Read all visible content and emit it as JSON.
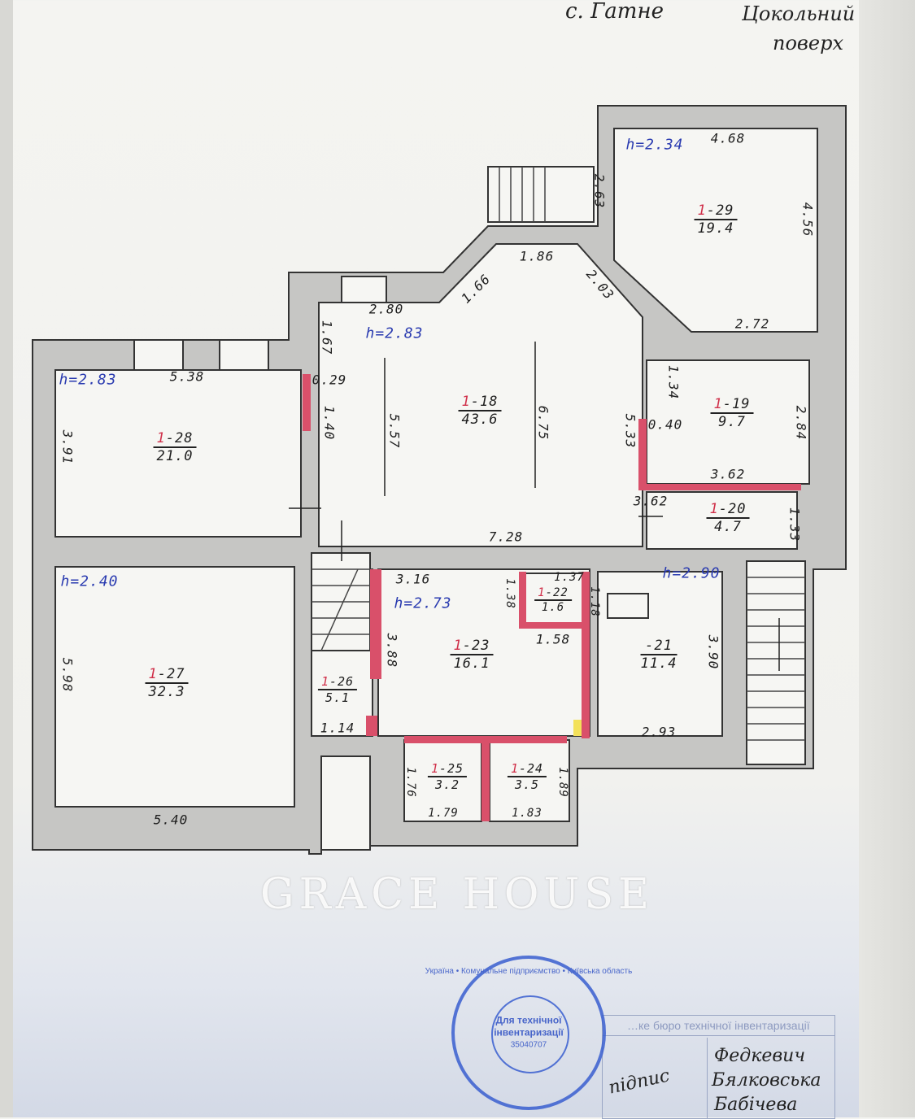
{
  "header": {
    "village": "с. Гатне",
    "floor_line1": "Цокольний",
    "floor_line2": "поверх"
  },
  "watermark": "GRACE HOUSE",
  "rooms": {
    "r29": {
      "num": "1",
      "id": "-29",
      "area": "19.4"
    },
    "r18": {
      "num": "1",
      "id": "-18",
      "area": "43.6"
    },
    "r28": {
      "num": "1",
      "id": "-28",
      "area": "21.0"
    },
    "r19": {
      "num": "1",
      "id": "-19",
      "area": "9.7"
    },
    "r20": {
      "num": "1",
      "id": "-20",
      "area": "4.7"
    },
    "r22": {
      "num": "1",
      "id": "-22",
      "area": "1.6"
    },
    "r23": {
      "num": "1",
      "id": "-23",
      "area": "16.1"
    },
    "r21": {
      "num": "",
      "id": "-21",
      "area": "11.4"
    },
    "r27": {
      "num": "1",
      "id": "-27",
      "area": "32.3"
    },
    "r26": {
      "num": "1",
      "id": "-26",
      "area": "5.1"
    },
    "r25": {
      "num": "1",
      "id": "-25",
      "area": "3.2"
    },
    "r24": {
      "num": "1",
      "id": "-24",
      "area": "3.5"
    }
  },
  "heights": {
    "h29": "h=2.34",
    "h18": "h=2.83",
    "h28": "h=2.83",
    "h27": "h=2.40",
    "h23": "h=2.73",
    "h21": "h=2.90"
  },
  "dims": {
    "d1": "5.38",
    "d2": "3.91",
    "d3": "5.40",
    "d4": "5.98",
    "d5": "2.80",
    "d6": "1.66",
    "d7": "1.86",
    "d8": "2.03",
    "d9": "1.67",
    "d10": "0.29",
    "d11": "1.40",
    "d12": "5.57",
    "d13": "6.75",
    "d14": "5.33",
    "d15": "7.28",
    "d16": "3.16",
    "d17": "1.37",
    "d18": "1.38",
    "d19": "1.18",
    "d20": "1.58",
    "d21": "3.88",
    "d22": "1.14",
    "d23": "1.76",
    "d24": "1.79",
    "d25": "1.83",
    "d26": "1.89",
    "d27": "2.93",
    "d28": "3.90",
    "d29": "2.63",
    "d30": "4.68",
    "d31": "4.56",
    "d32": "2.72",
    "d33": "1.34",
    "d34": "0.40",
    "d35": "2.84",
    "d36": "3.62",
    "d37": "3.62",
    "d38": "1.33"
  },
  "stamp": {
    "ring": "Україна • Комунальне підприємство • Київська область",
    "line1": "Для технічної",
    "line2": "інвентаризації",
    "code": "35040707"
  },
  "footer": {
    "bureau": "…ке бюро технічної інвентаризації",
    "sign_label": "підпис",
    "name1": "Федкевич",
    "name2": "Бялковська",
    "name3": "Бабічева"
  }
}
